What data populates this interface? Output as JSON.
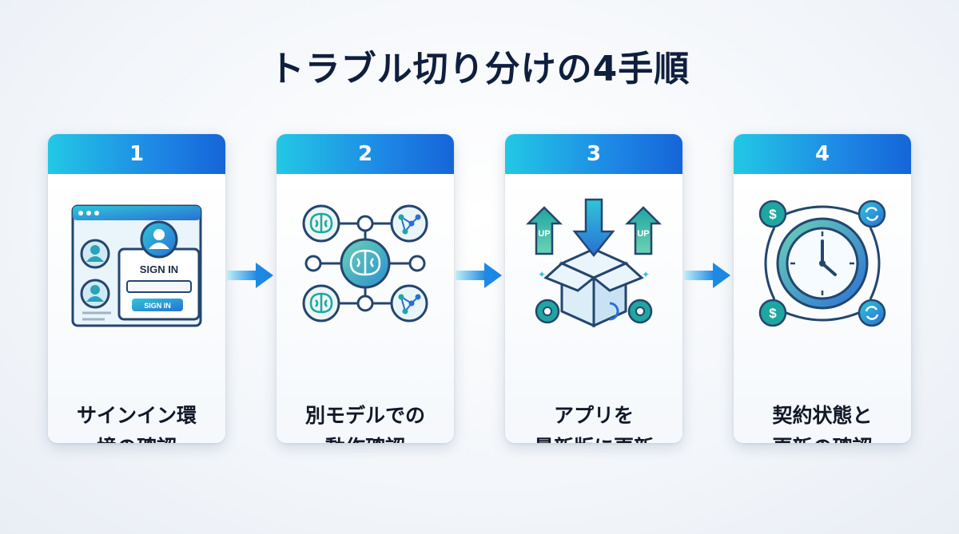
{
  "title": "トラブル切り分けの4手順",
  "steps": [
    {
      "number": "1",
      "label_line1": "サインイン環",
      "label_line2": "境の確認",
      "icon_text_title": "SIGN IN",
      "icon_text_button": "SIGN IN",
      "icon": "sign-in-window-icon"
    },
    {
      "number": "2",
      "label_line1": "別モデルでの",
      "label_line2": "動作確認",
      "icon": "model-network-icon"
    },
    {
      "number": "3",
      "label_line1": "アプリを",
      "label_line2": "最新版に更新",
      "icon_text_left": "UP",
      "icon_text_right": "UP",
      "icon": "app-update-box-icon"
    },
    {
      "number": "4",
      "label_line1": "契約状態と",
      "label_line2": "更新の確認",
      "icon": "subscription-clock-icon"
    }
  ],
  "colors": {
    "accent_start": "#22c8e5",
    "accent_end": "#1565d8",
    "icon_teal": "#1fa6a0",
    "icon_navy": "#24466e"
  }
}
